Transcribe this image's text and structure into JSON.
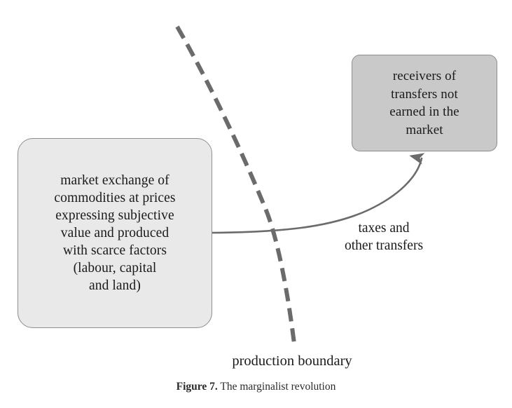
{
  "figure": {
    "caption_number": "Figure 7.",
    "caption_text": " The marginalist revolution"
  },
  "diagram": {
    "type": "concept-diagram",
    "boxes": [
      {
        "id": "market",
        "text": "market exchange of\ncommodities at prices\nexpressing subjective\nvalue and produced\nwith scarce factors\n(labour, capital\nand land)",
        "fill": "#e9e9e9",
        "border": "#8e8e8e"
      },
      {
        "id": "receivers",
        "text": "receivers of\ntransfers not\nearned in the\nmarket",
        "fill": "#c9c9c9",
        "border": "#8e8e8e"
      }
    ],
    "connectors": [
      {
        "id": "taxes-arrow",
        "label": "taxes and\nother transfers",
        "from": "market",
        "to": "receivers",
        "style": "solid-curved-arrow",
        "color": "#6b6b6b"
      },
      {
        "id": "production-boundary",
        "label": "production boundary",
        "style": "dashed-curve",
        "color": "#6b6b6b"
      }
    ]
  }
}
